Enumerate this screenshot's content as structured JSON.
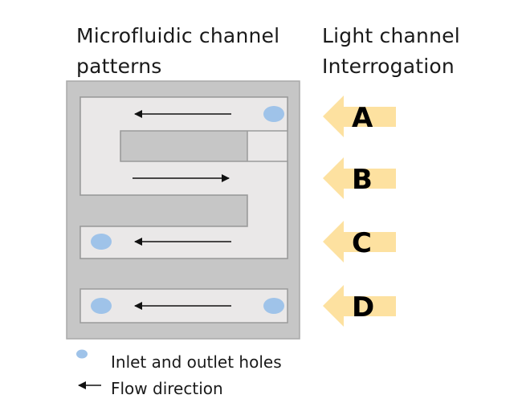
{
  "titles": {
    "left_line1": "Microfluidic channel",
    "left_line2": "patterns",
    "right_line1": "Light channel",
    "right_line2": "Interrogation"
  },
  "channels": [
    {
      "label": "A"
    },
    {
      "label": "B"
    },
    {
      "label": "C"
    },
    {
      "label": "D"
    }
  ],
  "legend": {
    "holes": "Inlet and outlet holes",
    "flow": "Flow direction"
  },
  "colors": {
    "chip": "#c6c6c6",
    "channel": "#eae8e8",
    "hole": "#9fc3e9",
    "light_arrow": "#fde1a0",
    "outline": "#9a9a9a"
  }
}
